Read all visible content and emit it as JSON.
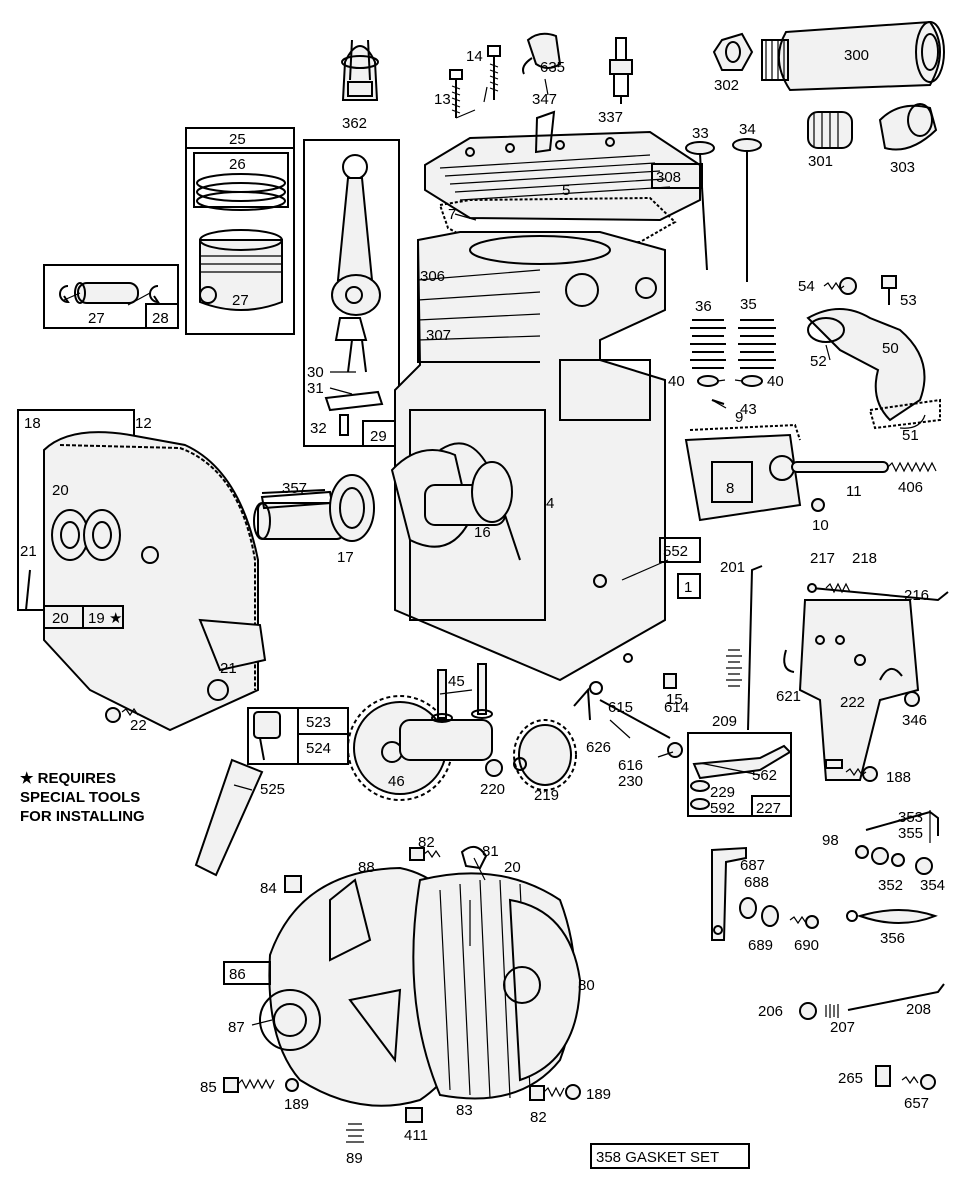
{
  "labels": {
    "p1": "1",
    "p4": "4",
    "p5": "5",
    "p7": "7",
    "p8": "8",
    "p9": "9",
    "p10": "10",
    "p11": "11",
    "p12": "12",
    "p13": "13",
    "p14": "14",
    "p15": "15",
    "p16": "16",
    "p17": "17",
    "p18": "18",
    "p19": "19",
    "p20a": "20",
    "p20b": "20",
    "p20c": "20",
    "p21a": "21",
    "p21b": "21",
    "p22": "22",
    "p25": "25",
    "p26": "26",
    "p27a": "27",
    "p27b": "27",
    "p28": "28",
    "p29": "29",
    "p30": "30",
    "p31": "31",
    "p32": "32",
    "p33": "33",
    "p34": "34",
    "p35": "35",
    "p36": "36",
    "p40a": "40",
    "p40b": "40",
    "p43": "43",
    "p45": "45",
    "p46": "46",
    "p50": "50",
    "p51": "51",
    "p52": "52",
    "p53": "53",
    "p54": "54",
    "p80": "80",
    "p81": "81",
    "p82a": "82",
    "p82b": "82",
    "p83": "83",
    "p84": "84",
    "p85": "85",
    "p86": "86",
    "p87": "87",
    "p88": "88",
    "p89": "89",
    "p98": "98",
    "p188": "188",
    "p189a": "189",
    "p189b": "189",
    "p201": "201",
    "p206": "206",
    "p207": "207",
    "p208": "208",
    "p209": "209",
    "p216": "216",
    "p217": "217",
    "p218": "218",
    "p219": "219",
    "p220": "220",
    "p222": "222",
    "p227": "227",
    "p229": "229",
    "p230": "230",
    "p265": "265",
    "p300": "300",
    "p301": "301",
    "p302": "302",
    "p303": "303",
    "p306": "306",
    "p307": "307",
    "p308": "308",
    "p337": "337",
    "p346": "346",
    "p347": "347",
    "p352": "352",
    "p353": "353",
    "p354": "354",
    "p355": "355",
    "p356": "356",
    "p357": "357",
    "p362": "362",
    "p406": "406",
    "p411": "411",
    "p523": "523",
    "p524": "524",
    "p525": "525",
    "p552": "552",
    "p562": "562",
    "p592": "592",
    "p614": "614",
    "p615": "615",
    "p616": "616",
    "p621": "621",
    "p626": "626",
    "p635": "635",
    "p657": "657",
    "p687": "687",
    "p688": "688",
    "p689": "689",
    "p690": "690"
  },
  "note": {
    "line1": "★ REQUIRES",
    "line2": "SPECIAL TOOLS",
    "line3": "FOR INSTALLING"
  },
  "gasket_set": "358 GASKET SET",
  "star_mark": "★"
}
